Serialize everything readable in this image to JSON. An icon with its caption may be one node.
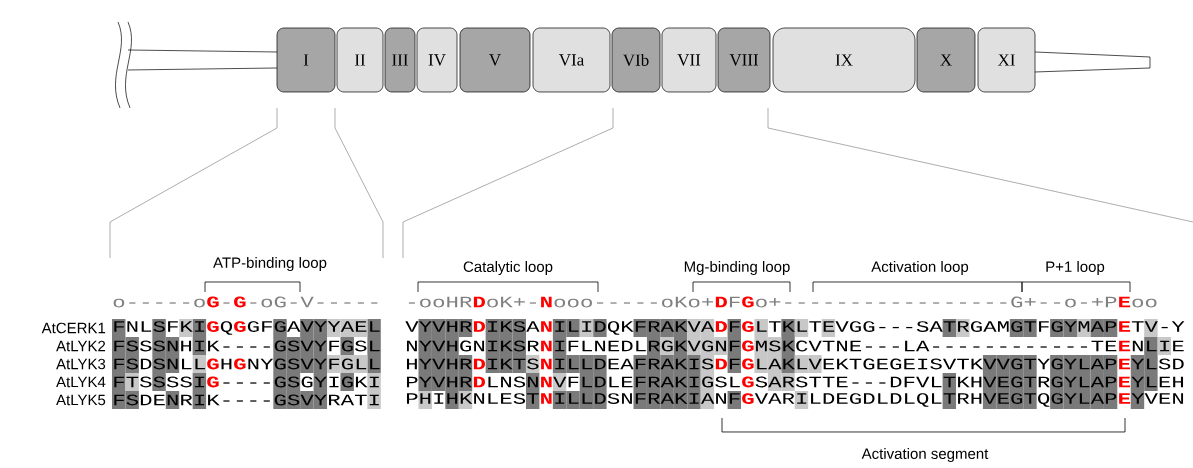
{
  "diagram": {
    "nodes": [
      {
        "text": [
          "I"
        ]
      },
      {
        "text": [
          "II"
        ]
      },
      {
        "text": [
          "III"
        ]
      },
      {
        "text": [
          "IV"
        ]
      },
      {
        "text": [
          "V"
        ]
      },
      {
        "text": [
          "VIa"
        ]
      },
      {
        "text": [
          "VIb"
        ]
      },
      {
        "text": [
          "VII"
        ]
      },
      {
        "text": [
          "VIII"
        ]
      },
      {
        "text": [
          "IX"
        ]
      },
      {
        "text": [
          "X"
        ]
      },
      {
        "text": [
          "XI"
        ]
      }
    ],
    "labels": [
      "ATP-binding loop",
      "Catalytic loop",
      "Mg-binding loop",
      "Activation loop",
      "P+1 loop",
      "o-----o**G**-**G**-oG-V-----",
      "-ooHR**D**oK+-**N**ooo-----oKo+**D**F**G**o+-----------------G+--o-+P**E**oo",
      "AtCERK1",
      "FNLSFKI**G**Q**G**GFGAVYYAEL",
      "VYVHR**D**IKSA**N**ILIDQKFRAKVA**D**F**G**LTKLTEVGG---SATRGAMGTFGYMAP**E**TV-Y",
      "AtLYK2",
      "FSSSNHIK----GSVYFGSL",
      "NYVHGNIKSR**N**IFLNEDLRGKVGNF**G**MSKCVTNE---LA------------TE**E**NLIE",
      "AtLYK3",
      "FSDSNLL**G**H**G**NYGSVYFGLL",
      "HYVHR**D**IKTS**N**ILLDEAFRAKIS**D**F**G**LAKLVEKTGEGEISVTKVVGTYGYLAP**E**YLSD",
      "AtLYK4",
      "FTSSSSI**G**----GSGYIGKI",
      "PYVHR**D**LNSN**N**VFLDLEFRAKIGSL**G**SARSTTE---DFVLTKHVEGTRGYLAP**E**YLEH",
      "AtLYK5",
      "FSDENRIK----GSVYRATI",
      "PHIHKNLEST**N**ILLDSNFRAKIANF**G**VARILDEGDLDLQLTRHVEGTQGYLAP**E**YVEN",
      "Activation segment"
    ]
  }
}
